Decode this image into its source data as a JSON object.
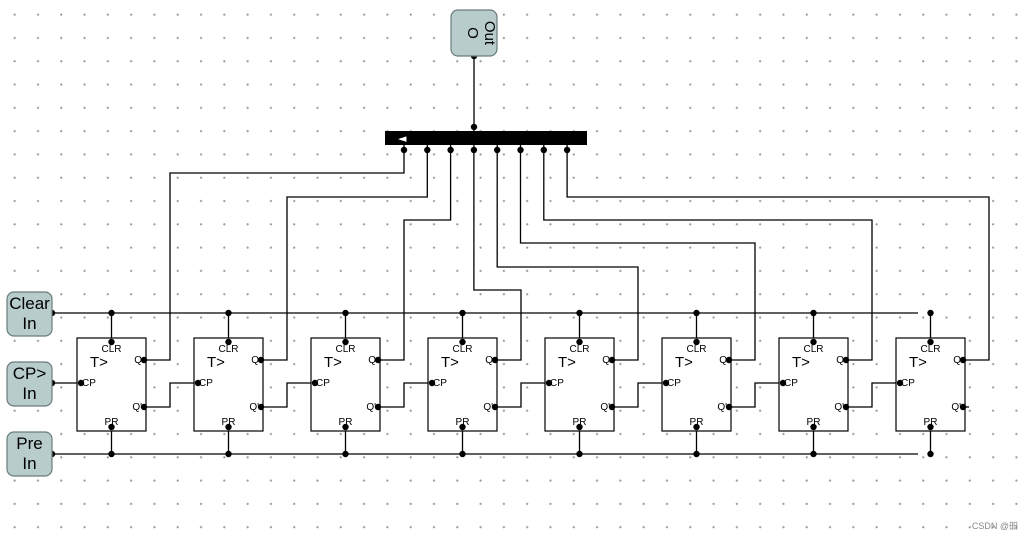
{
  "inputs": [
    {
      "id": "clear",
      "line1": "Clear",
      "line2": "In"
    },
    {
      "id": "cp",
      "line1": "CP>",
      "line2": "In"
    },
    {
      "id": "pre",
      "line1": "Pre",
      "line2": "In"
    }
  ],
  "output": {
    "line1": "O",
    "line2": "Out"
  },
  "splitter": {
    "arrow": "◄"
  },
  "flipflop": {
    "type": "T>",
    "clr": "CLR",
    "pr": "PR",
    "cp": "CP",
    "q": "Q",
    "qn": "Q'",
    "count": 8
  },
  "watermark": "CSDN @昍",
  "colors": {
    "pin_fill": "#b8cccc",
    "pin_stroke": "#6a7c7c",
    "wire": "#000000",
    "splitter": "#000000"
  }
}
